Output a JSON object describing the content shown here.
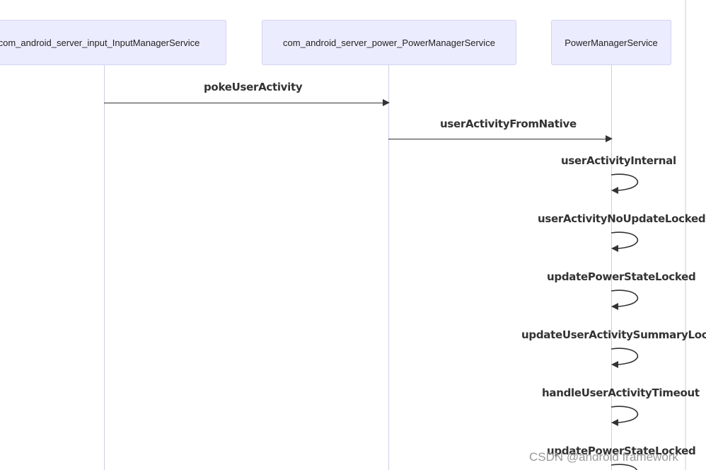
{
  "actors": [
    {
      "label": "com_android_server_input_InputManagerService"
    },
    {
      "label": "com_android_server_power_PowerManagerService"
    },
    {
      "label": "PowerManagerService"
    }
  ],
  "messages": [
    {
      "label": "pokeUserActivity"
    },
    {
      "label": "userActivityFromNative"
    }
  ],
  "self_calls": [
    {
      "label": "userActivityInternal"
    },
    {
      "label": "userActivityNoUpdateLocked"
    },
    {
      "label": "updatePowerStateLocked"
    },
    {
      "label": "updateUserActivitySummaryLocked"
    },
    {
      "label": "handleUserActivityTimeout"
    },
    {
      "label": "updatePowerStateLocked"
    }
  ],
  "watermark": "CSDN @android framework",
  "colors": {
    "actor_fill": "#ececff",
    "actor_border": "#d2d4f0",
    "lifeline": "#cccfe6",
    "arrow": "#333333"
  }
}
